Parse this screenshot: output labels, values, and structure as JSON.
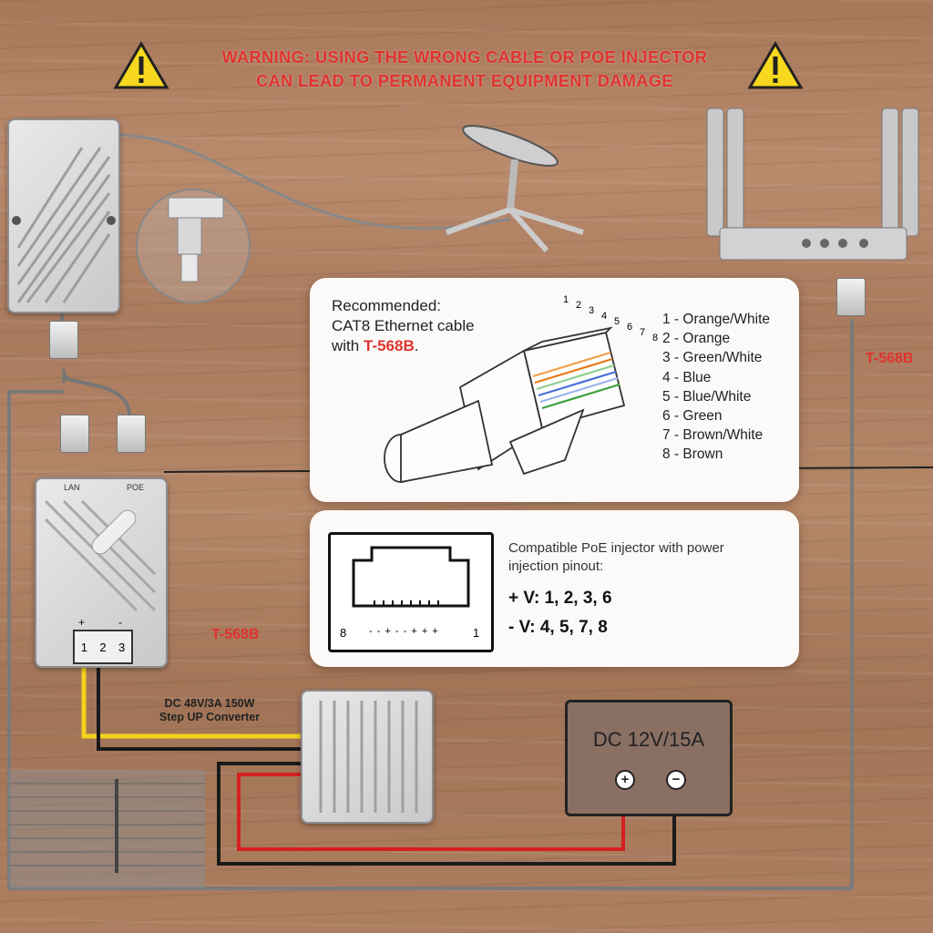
{
  "warning": {
    "line1": "Warning: using the wrong cable or PoE injector",
    "line2": "can lead to permanent equipment damage"
  },
  "cable_card": {
    "recommended_line1": "Recommended:",
    "recommended_line2": "CAT8 Ethernet cable",
    "recommended_line3_prefix": "with ",
    "recommended_standard": "T-568B",
    "recommended_line3_suffix": ".",
    "connector_pin_numbers": [
      "1",
      "2",
      "3",
      "4",
      "5",
      "6",
      "7",
      "8"
    ],
    "pinout": [
      "1 - Orange/White",
      "2 - Orange",
      "3 - Green/White",
      "4 - Blue",
      "5 - Blue/White",
      "6 - Green",
      "7 - Brown/White",
      "8 - Brown"
    ]
  },
  "poe_card": {
    "text_line1": "Compatible PoE injector with power",
    "text_line2": "injection pinout:",
    "plus_v": "+ V: 1, 2, 3, 6",
    "minus_v": "- V: 4, 5, 7, 8",
    "jack_left_number": "8",
    "jack_right_number": "1",
    "jack_polarity": "- - + - - + + +"
  },
  "labels": {
    "t568b_left": "T-568B",
    "t568b_right": "T-568B",
    "converter_line1": "DC 48V/3A 150W",
    "converter_line2": "Step UP Converter",
    "injector_lan": "LAN",
    "injector_poe": "POE",
    "terminal_plus": "+",
    "terminal_minus": "-",
    "terminal_1": "1",
    "terminal_2": "2",
    "terminal_3": "3"
  },
  "power_supply": {
    "title": "DC 12V/15A",
    "plus": "+",
    "minus": "−"
  },
  "colors": {
    "warning_red": "#e0332e",
    "wire_yellow": "#f2d21b",
    "wire_red": "#d42020",
    "wire_black": "#1a1a1a"
  },
  "icons": [
    "warning-triangle-icon",
    "rj45-connector-icon",
    "ethernet-jack-icon"
  ]
}
